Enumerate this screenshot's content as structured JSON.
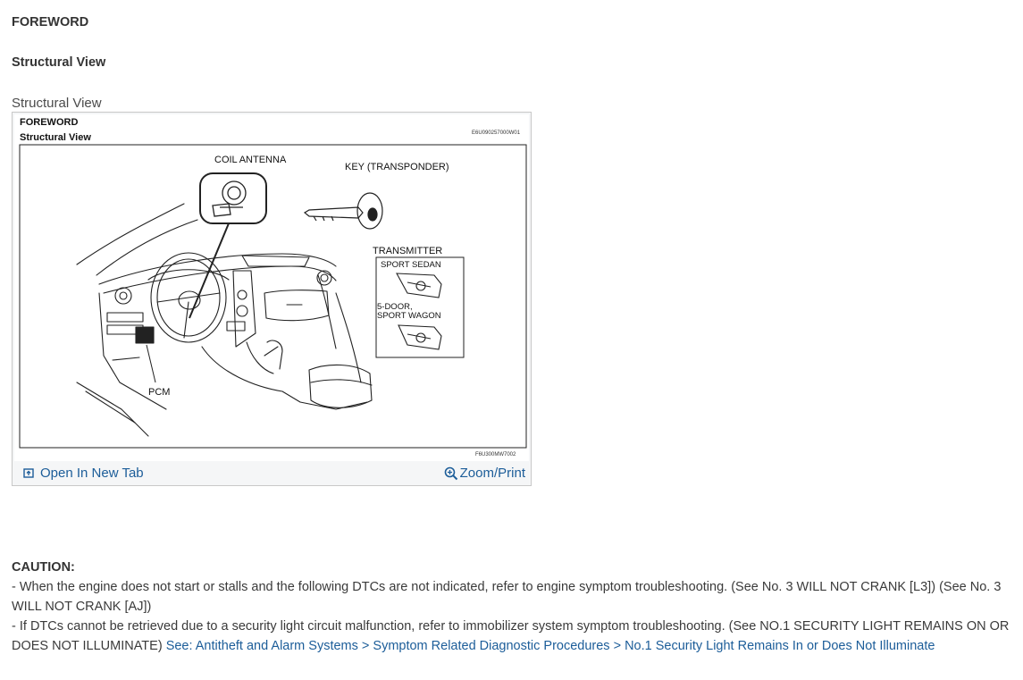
{
  "headings": {
    "section": "FOREWORD",
    "subsection": "Structural View"
  },
  "figure": {
    "caption": "Structural View",
    "header_title": "FOREWORD",
    "header_subtitle": "Structural View",
    "code_top": "E6U090257000W01",
    "code_bottom": "F6U300MW7002",
    "labels": {
      "coil_antenna": "COIL ANTENNA",
      "key": "KEY (TRANSPONDER)",
      "transmitter": "TRANSMITTER",
      "sport_sedan": "SPORT SEDAN",
      "five_door_line1": "5-DOOR,",
      "five_door_line2": "SPORT WAGON",
      "pcm": "PCM"
    },
    "open_link": "Open In New Tab",
    "zoom_link": "Zoom/Print"
  },
  "caution": {
    "title": "CAUTION:",
    "item1": " -  When the engine does not start or stalls and the following DTCs are not indicated, refer to engine symptom troubleshooting. (See No. 3 WILL NOT CRANK [L3]) (See No. 3 WILL NOT CRANK [AJ])",
    "item2_text": " -  If DTCs cannot be retrieved due to a security light circuit malfunction, refer to immobilizer system symptom troubleshooting. (See NO.1 SECURITY LIGHT REMAINS ON OR DOES NOT ILLUMINATE) ",
    "item2_link": "See: Antitheft and Alarm Systems > Symptom Related Diagnostic Procedures > No.1 Security Light Remains In or Does Not Illuminate"
  },
  "colors": {
    "link": "#1c5d99",
    "text": "#3a3a3a"
  }
}
